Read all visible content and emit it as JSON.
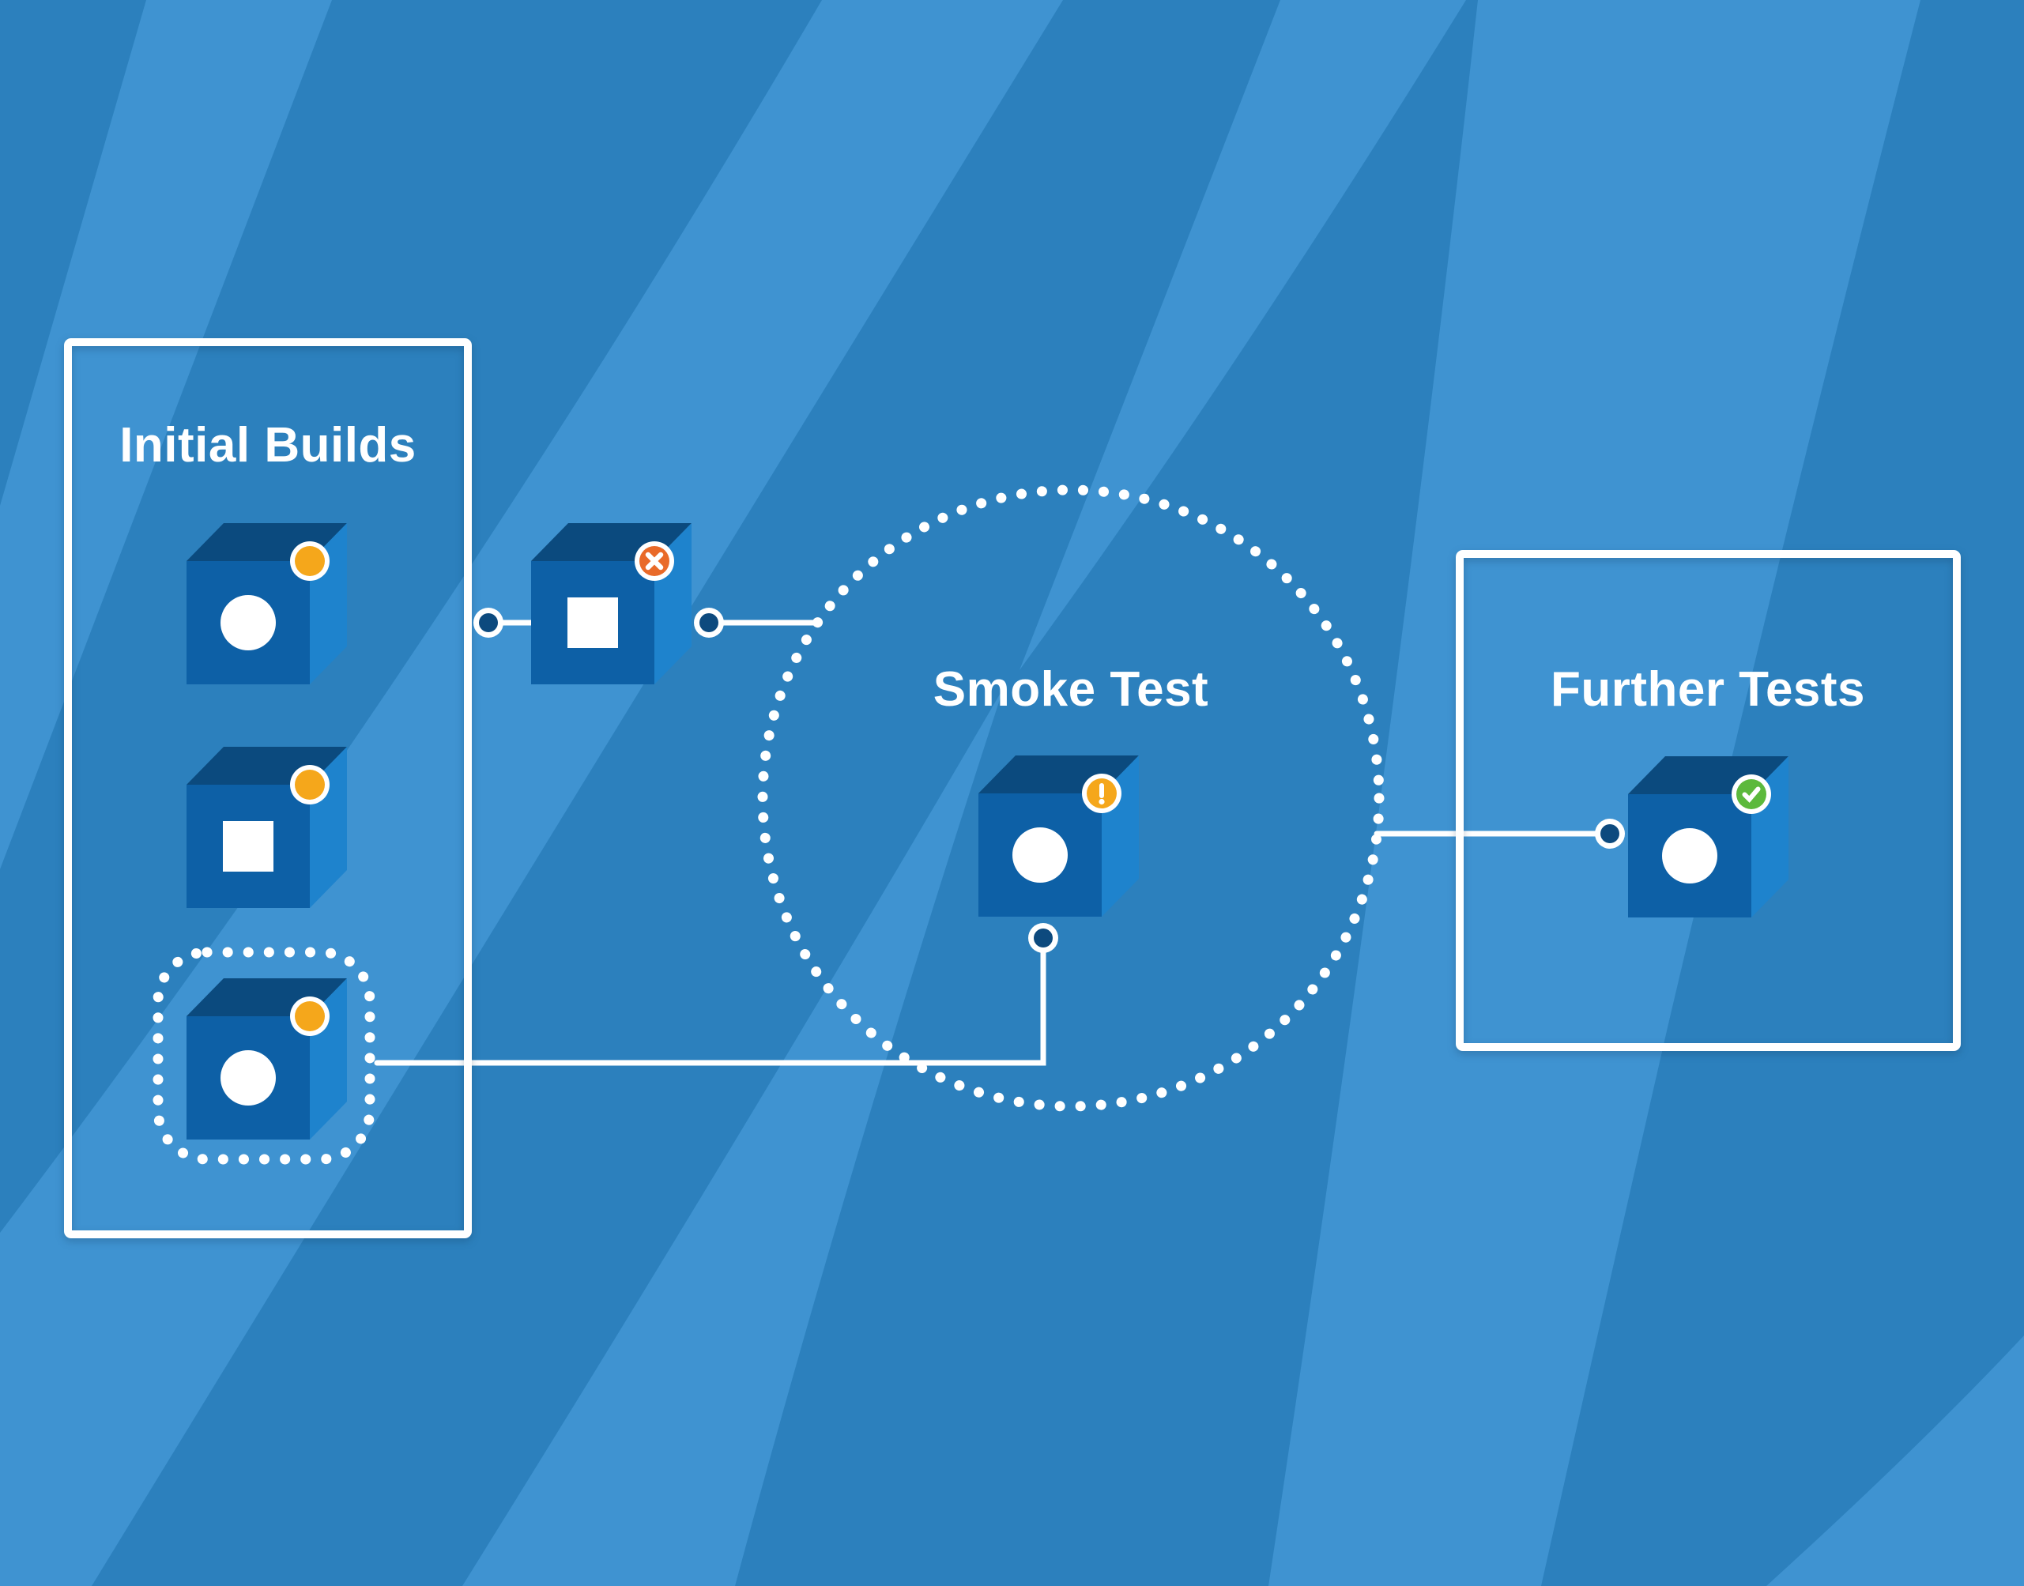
{
  "colors": {
    "background": "#2c80bd",
    "swoosh": "#3f93d1",
    "cube_top": "#0b4a7e",
    "cube_front": "#0d60a6",
    "cube_side": "#1e83cd",
    "badge_pending": "#f5a71b",
    "badge_failed": "#e96a29",
    "badge_passed": "#5cb93c",
    "connector_dot": "#0d4a7e",
    "stroke_white": "#ffffff",
    "title_text": "#ffffff"
  },
  "stages": {
    "initial_builds": {
      "title": "Initial Builds",
      "builds": [
        {
          "id": 1,
          "face_glyph": "circle",
          "status": "queued"
        },
        {
          "id": 2,
          "face_glyph": "square",
          "status": "queued"
        },
        {
          "id": 3,
          "face_glyph": "circle",
          "status": "queued",
          "highlighted": true
        }
      ]
    },
    "failed_build": {
      "face_glyph": "square",
      "status": "failed"
    },
    "smoke_test": {
      "title": "Smoke Test",
      "build": {
        "face_glyph": "circle",
        "status": "warning"
      }
    },
    "further_tests": {
      "title": "Further Tests",
      "build": {
        "face_glyph": "circle",
        "status": "passed"
      }
    }
  }
}
